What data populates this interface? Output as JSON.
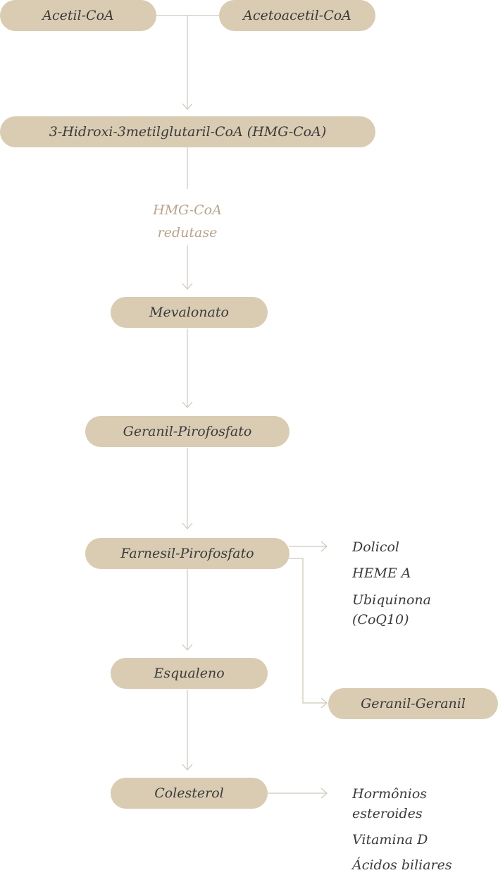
{
  "nodes": {
    "acetil_coa": "Acetil-CoA",
    "acetoacetil_coa": "Acetoacetil-CoA",
    "hmg_coa": "3-Hidroxi-3metilglutaril-CoA (HMG-CoA)",
    "mevalonato": "Mevalonato",
    "geranil_pirofosfato": "Geranil-Pirofosfato",
    "farnesil_pirofosfato": "Farnesil-Pirofosfato",
    "esqualeno": "Esqualeno",
    "colesterol": "Colesterol",
    "geranil_geranil": "Geranil-Geranil"
  },
  "enzyme": {
    "line1": "HMG-CoA",
    "line2": "redutase"
  },
  "farnesil_products": {
    "dolicol": "Dolicol",
    "heme_a": "HEME A",
    "ubiquinona_line1": "Ubiquinona",
    "ubiquinona_line2": "(CoQ10)"
  },
  "colesterol_products": {
    "hormonios_line1": "Hormônios",
    "hormonios_line2": "esteroides",
    "vitamina_d": "Vitamina D",
    "acidos_biliares": "Ácidos biliares"
  },
  "colors": {
    "pill": "#d9ccb3",
    "connector": "#cfc7bc",
    "enzyme_text": "#b8a48c",
    "text": "#3b3b3b"
  }
}
